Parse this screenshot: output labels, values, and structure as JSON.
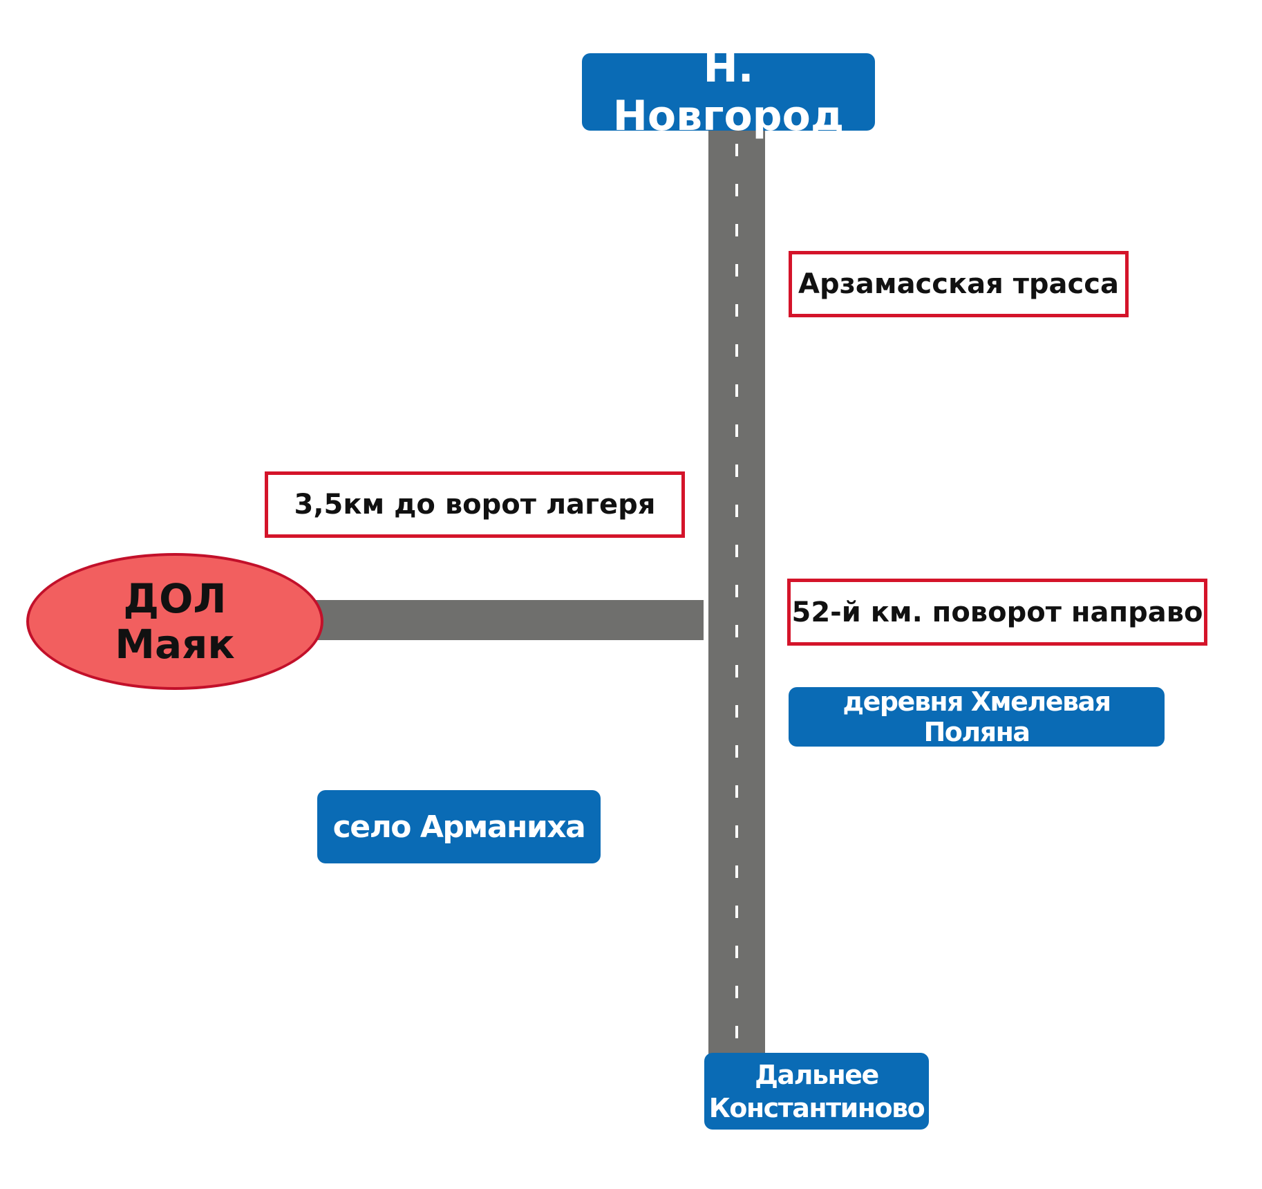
{
  "signs": {
    "top_city": "Н. Новгород",
    "village_right": "деревня Хмелевая Поляна",
    "village_left": "село Арманиха",
    "bottom_city_line1": "Дальнее",
    "bottom_city_line2": "Константиново"
  },
  "labels": {
    "highway": "Арзамасская трасса",
    "distance": "3,5км до ворот лагеря",
    "turn": "52-й км. поворот направо"
  },
  "camp": {
    "line1": "ДОЛ",
    "line2": "Маяк"
  },
  "colors": {
    "sign_blue": "#0a6bb5",
    "label_border_red": "#d4142a",
    "camp_fill": "#f25f5f",
    "road_gray": "#6f6f6d"
  }
}
